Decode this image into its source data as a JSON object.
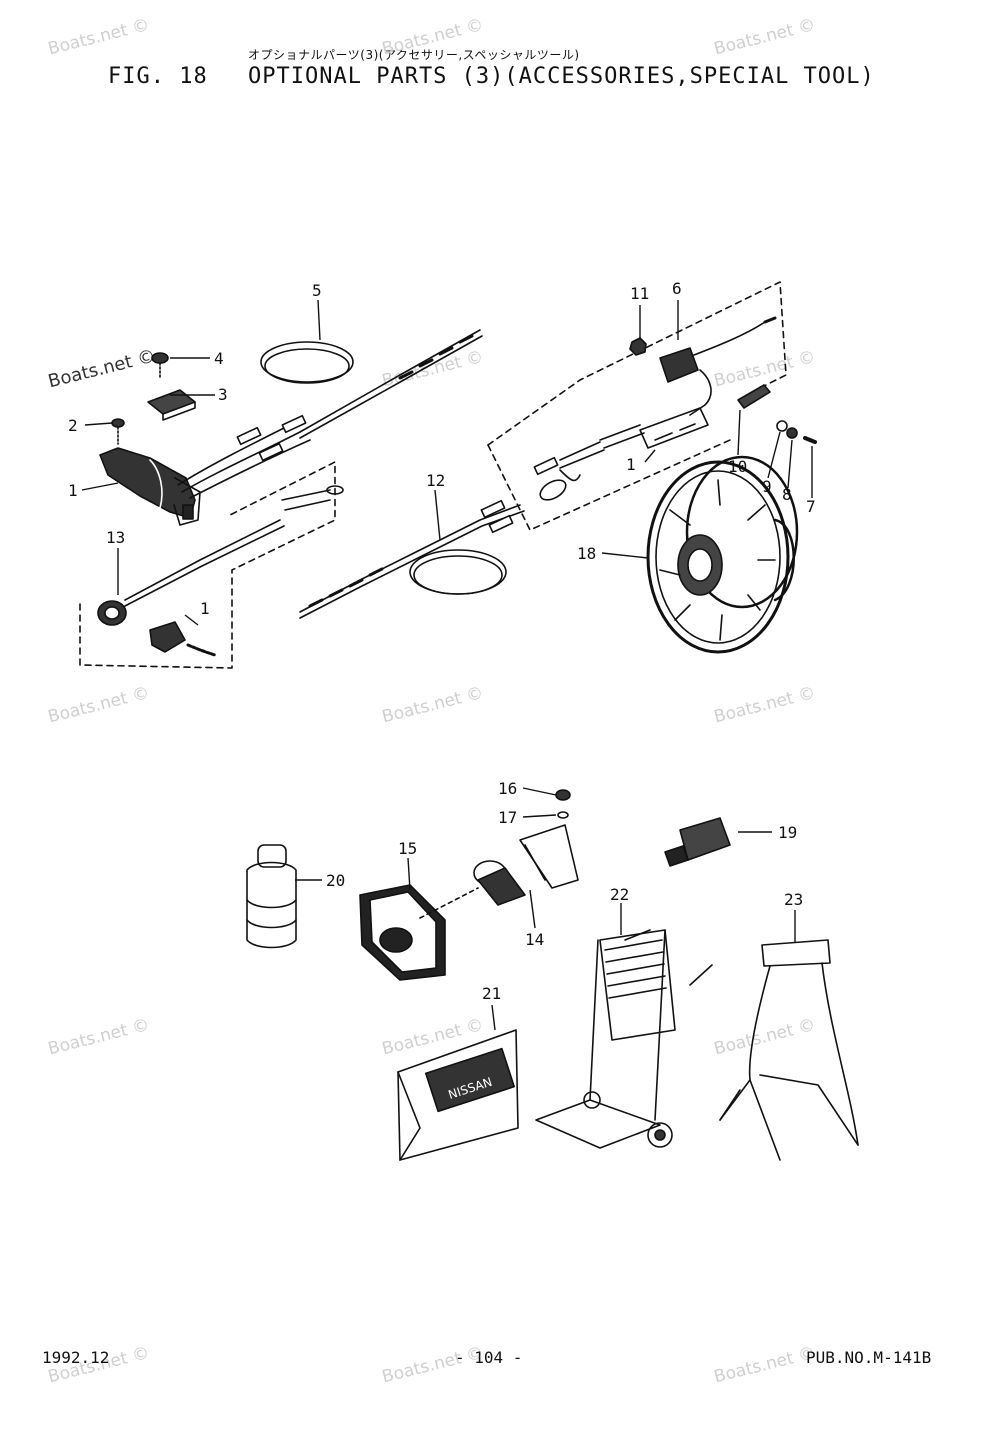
{
  "header": {
    "japanese_subtitle": "オプショナルパーツ(3)(アクセサリー,スペッシャルツール)",
    "figure_label": "FIG. 18",
    "title": "OPTIONAL PARTS (3)(ACCESSORIES,SPECIAL TOOL)"
  },
  "footer": {
    "date": "1992.12",
    "page": "- 104 -",
    "publication": "PUB.NO.M-141B"
  },
  "watermark": {
    "text": "Boats.net ©"
  },
  "callouts": [
    "1",
    "2",
    "3",
    "4",
    "5",
    "1",
    "6",
    "11",
    "1",
    "10",
    "9",
    "8",
    "7",
    "12",
    "13",
    "18",
    "16",
    "17",
    "19",
    "20",
    "15",
    "14",
    "22",
    "23",
    "21"
  ],
  "bag_label": "NISSAN"
}
